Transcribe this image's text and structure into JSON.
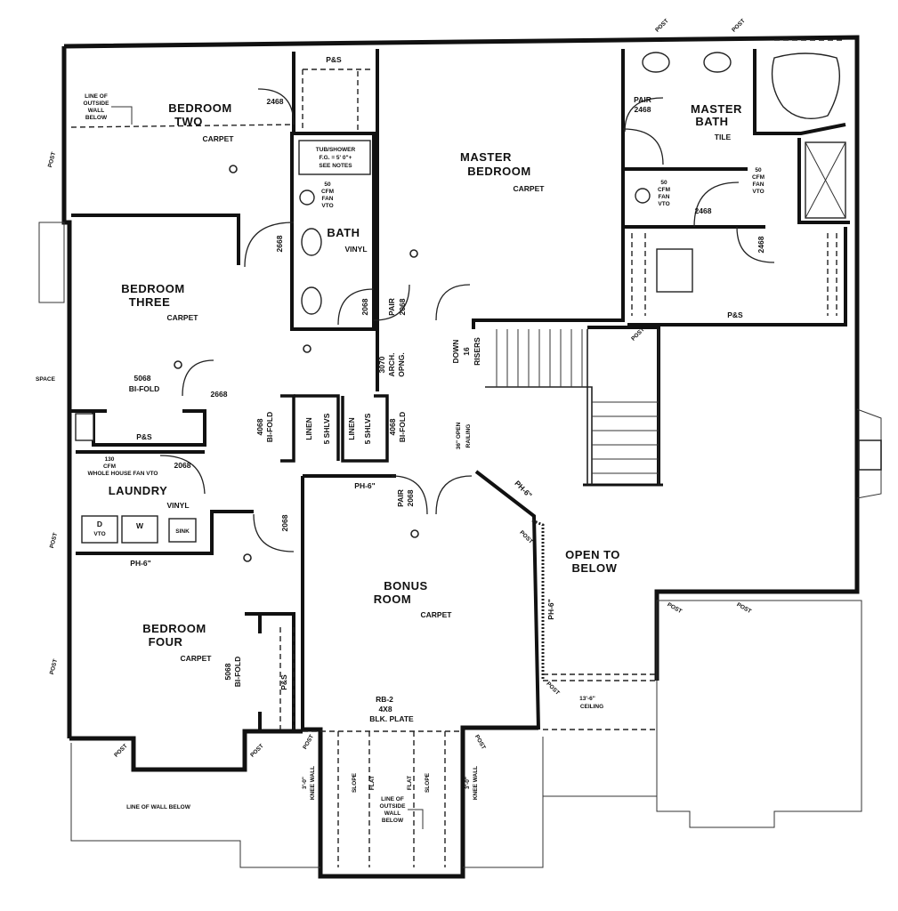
{
  "rooms": {
    "bedroom_two": {
      "name1": "BEDROOM",
      "name2": "TWO",
      "floor": "CARPET"
    },
    "bedroom_three": {
      "name1": "BEDROOM",
      "name2": "THREE",
      "floor": "CARPET"
    },
    "bedroom_four": {
      "name1": "BEDROOM",
      "name2": "FOUR",
      "floor": "CARPET"
    },
    "master_bedroom": {
      "name1": "MASTER",
      "name2": "BEDROOM",
      "floor": "CARPET"
    },
    "master_bath": {
      "name1": "MASTER",
      "name2": "BATH",
      "floor": "TILE"
    },
    "bonus_room": {
      "name1": "BONUS",
      "name2": "ROOM",
      "floor": "CARPET"
    },
    "bath": {
      "name": "BATH",
      "floor": "VINYL"
    },
    "laundry": {
      "name": "LAUNDRY",
      "floor": "VINYL"
    },
    "open_to_below": {
      "line1": "OPEN TO",
      "line2": "BELOW"
    }
  },
  "labels": {
    "ps": "P&S",
    "ps_top": "P&S",
    "ps_bed3": "P&S",
    "ps_bed4": "P&S",
    "door_2468": "2468",
    "door_2668": "2668",
    "door_2068": "2068",
    "pair_2468": "PAIR",
    "pair_2468_b": "2468",
    "pair_2068": "PAIR",
    "pair_2068_b": "2068",
    "pair_2068_top": "PAIR",
    "pair_2068_top_b": "2068",
    "bifold_5068": "5068",
    "bifold_5068_b": "BI-FOLD",
    "bifold_4068": "4068",
    "bifold_4068_b": "BI-FOLD",
    "arch_3070": "3070",
    "arch_b": "ARCH.",
    "arch_c": "OPNG.",
    "linen": "LINEN",
    "shlvs": "5 SHLVS",
    "down_1": "DOWN",
    "down_2": "16",
    "down_3": "RISERS",
    "open_railing_1": "36\" OPEN",
    "open_railing_2": "RAILING",
    "tub_1": "TUB/SHOWER",
    "tub_2": "F.G. = 5' 0\"+",
    "tub_3": "SEE NOTES",
    "fan_1": "50",
    "fan_2": "CFM",
    "fan_3": "FAN",
    "fan_4": "VTO",
    "whole_fan_1": "130",
    "whole_fan_2": "CFM",
    "whole_fan_3": "WHOLE HOUSE FAN VTO",
    "dryer": "D",
    "dryer_vto": "VTO",
    "washer": "W",
    "sink": "SINK",
    "ph_6": "PH-6\"",
    "post": "POST",
    "line_outside_1": "LINE OF",
    "line_outside_2": "OUTSIDE",
    "line_outside_3": "WALL",
    "line_outside_4": "BELOW",
    "line_wall_below": "LINE OF WALL BELOW",
    "rb_1": "RB-2",
    "rb_2": "4X8",
    "rb_3": "BLK. PLATE",
    "ceiling_1": "13'-6\"",
    "ceiling_2": "CEILING",
    "knee_1": "3'-0\"",
    "knee_2": "KNEE WALL",
    "slope": "SLOPE",
    "flat": "FLAT",
    "space": "SPACE",
    "sd_icon": "smoke-detector"
  }
}
